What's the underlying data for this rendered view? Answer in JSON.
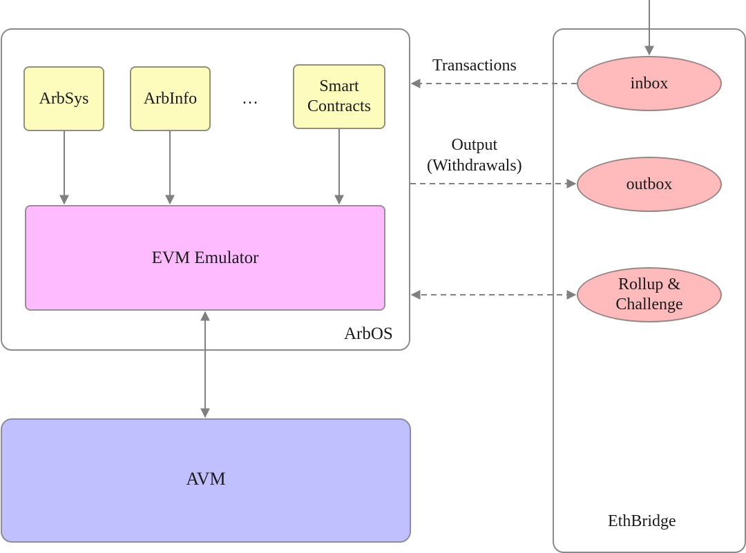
{
  "diagram": {
    "arbos": {
      "label": "ArbOS",
      "precompiles": [
        {
          "label": "ArbSys"
        },
        {
          "label": "ArbInfo"
        },
        {
          "label": "Smart\nContracts"
        }
      ],
      "ellipsis": "…",
      "emulator": {
        "label": "EVM Emulator"
      }
    },
    "avm": {
      "label": "AVM"
    },
    "bridge": {
      "label": "EthBridge",
      "nodes": [
        {
          "id": "inbox",
          "label": "inbox"
        },
        {
          "id": "outbox",
          "label": "outbox"
        },
        {
          "id": "rollup",
          "label": "Rollup &\nChallenge"
        }
      ]
    },
    "edges": [
      {
        "from": "inbox",
        "to": "arbos",
        "style": "dashed",
        "label": "Transactions"
      },
      {
        "from": "arbos",
        "to": "outbox",
        "style": "dashed",
        "label": "Output\n(Withdrawals)"
      },
      {
        "from": "arbos",
        "to": "rollup",
        "style": "dashed-bidirectional",
        "label": ""
      },
      {
        "from": "ArbSys",
        "to": "EVM Emulator",
        "style": "solid",
        "label": ""
      },
      {
        "from": "ArbInfo",
        "to": "EVM Emulator",
        "style": "solid",
        "label": ""
      },
      {
        "from": "Smart Contracts",
        "to": "EVM Emulator",
        "style": "solid",
        "label": ""
      },
      {
        "from": "EVM Emulator",
        "to": "AVM",
        "style": "solid-bidirectional",
        "label": ""
      },
      {
        "from": "external",
        "to": "inbox",
        "style": "solid",
        "label": ""
      }
    ],
    "colors": {
      "precompile_fill": "#fdfcbc",
      "emulator_fill": "#ffbbff",
      "avm_fill": "#c0c0ff",
      "bridge_node_fill": "#ffbbbb",
      "edge": "#808080"
    }
  }
}
